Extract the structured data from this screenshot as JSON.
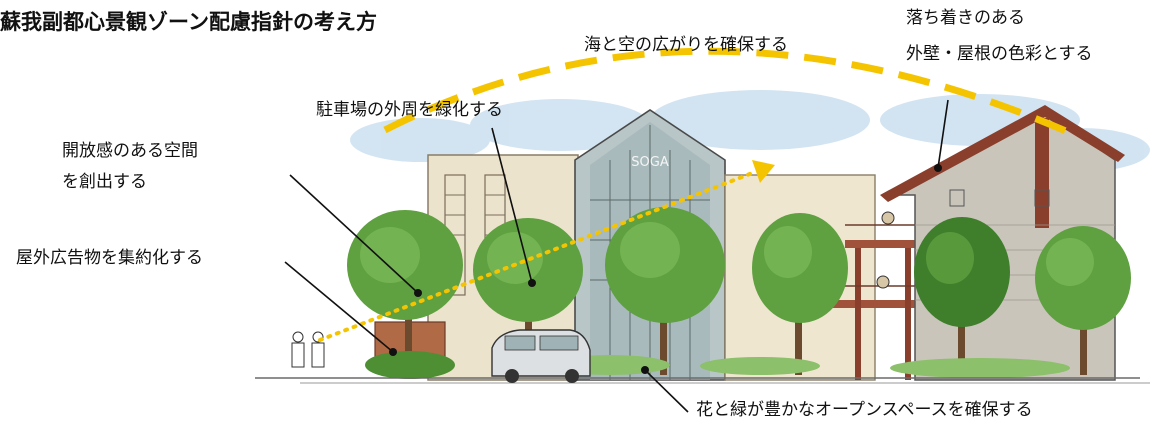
{
  "title": "蘇我副都心景観ゾーン配慮指針の考え方",
  "labels": {
    "sea_sky": "海と空の広がりを確保する",
    "calm_color_line1": "落ち着きのある",
    "calm_color_line2": "外壁・屋根の色彩とする",
    "parking": "駐車場の外周を緑化する",
    "openness_line1": "開放感のある空間",
    "openness_line2": "を創出する",
    "ads": "屋外広告物を集約化する",
    "open_space": "花と緑が豊かなオープンスペースを確保する"
  },
  "building_sign": "SOGA",
  "colors": {
    "accent_yellow": "#f5c400",
    "tree_green": "#5fa040",
    "tree_dark": "#3f7f2c",
    "sky_blue": "#c4dcee",
    "building_beige": "#ece3cc",
    "brick_red": "#a0523a",
    "leader_line": "#111111"
  }
}
